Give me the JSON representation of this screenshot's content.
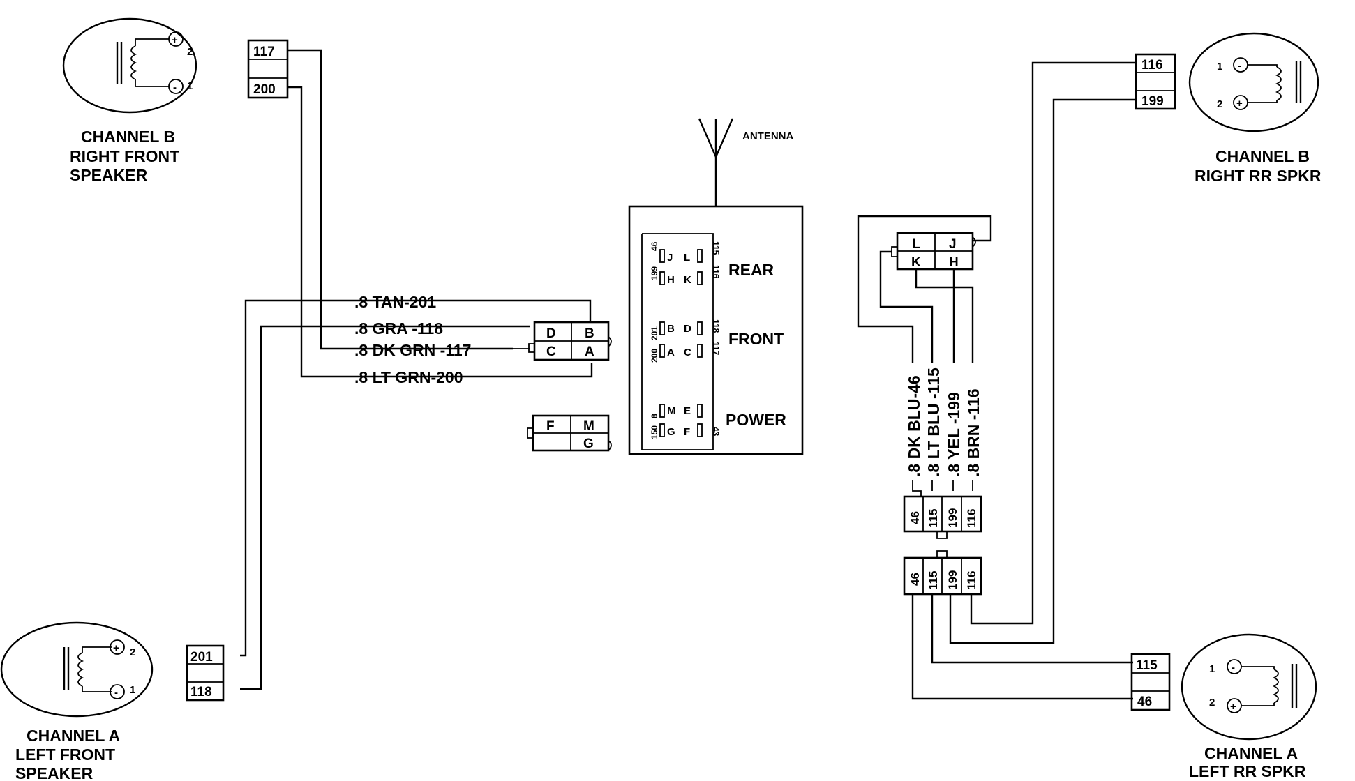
{
  "antenna_label": "ANTENNA",
  "radio": {
    "rear_label": "REAR",
    "front_label": "FRONT",
    "power_label": "POWER",
    "pins": {
      "p46": "46",
      "j": "J",
      "l": "L",
      "p115": "115",
      "p199": "199",
      "h": "H",
      "k": "K",
      "p116": "116",
      "p201": "201",
      "b": "B",
      "d": "D",
      "p118": "118",
      "p200": "200",
      "a": "A",
      "c": "C",
      "p117": "117",
      "p8": "8",
      "m": "M",
      "e": "E",
      "p150": "150",
      "g": "G",
      "f": "F",
      "p43": "43"
    }
  },
  "speakers": {
    "right_front": {
      "line1": "CHANNEL B",
      "line2": "RIGHT FRONT",
      "line3": "SPEAKER",
      "term_top": "2",
      "term_bottom": "1"
    },
    "left_front": {
      "line1": "CHANNEL A",
      "line2": "LEFT FRONT",
      "line3": "SPEAKER",
      "term_top": "2",
      "term_bottom": "1"
    },
    "right_rear": {
      "line1": "CHANNEL B",
      "line2": "RIGHT RR SPKR",
      "term_top": "1",
      "term_bottom": "2"
    },
    "left_rear": {
      "line1": "CHANNEL A",
      "line2": "LEFT RR SPKR",
      "term_top": "1",
      "term_bottom": "2"
    }
  },
  "connectors": {
    "rf": {
      "top": "117",
      "bottom": "200"
    },
    "lf": {
      "top": "201",
      "bottom": "118"
    },
    "rr": {
      "top": "116",
      "bottom": "199"
    },
    "lr": {
      "top": "115",
      "bottom": "46"
    },
    "front": {
      "d": "D",
      "b": "B",
      "c": "C",
      "a": "A"
    },
    "power": {
      "f": "F",
      "m": "M",
      "g": "G"
    },
    "rear": {
      "l": "L",
      "j": "J",
      "k": "K",
      "h": "H"
    },
    "inline_upper": [
      "46",
      "115",
      "199",
      "116"
    ],
    "inline_lower": [
      "46",
      "115",
      "199",
      "116"
    ]
  },
  "wires_front": [
    ".8  TAN-201",
    ".8  GRA -118",
    ".8  DK  GRN -117",
    ".8  LT  GRN-200"
  ],
  "wires_rear": [
    ".8  DK  BLU-46",
    ".8  LT  BLU -115",
    ".8  YEL -199",
    ".8  BRN -116"
  ]
}
